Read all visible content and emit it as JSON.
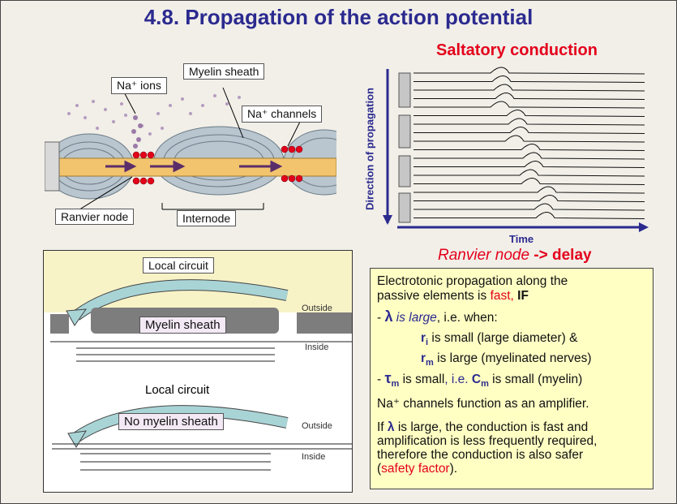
{
  "title": "4.8. Propagation of the action potential",
  "axon": {
    "label_na_ions": "Na⁺ ions",
    "label_myelin": "Myelin sheath",
    "label_channels": "Na⁺ channels",
    "label_ranvier": "Ranvier node",
    "label_internode": "Internode"
  },
  "saltatory": {
    "title": "Saltatory conduction",
    "y_axis": "Direction of propagation",
    "x_axis": "Time",
    "caption_part1": "Ranvier node ",
    "caption_part2": "-> delay"
  },
  "circuit": {
    "local1": "Local circuit",
    "myelin": "Myelin sheath",
    "outside1": "Outside",
    "inside1": "Inside",
    "local2": "Local circuit",
    "no_myelin": "No myelin sheath",
    "outside2": "Outside",
    "inside2": "Inside"
  },
  "text": {
    "l1": "Electrotonic propagation along the",
    "l2a": "passive elements is ",
    "l2b": "fast,",
    "l2c": " IF",
    "l3a": "- ",
    "l3b": "λ",
    "l3c": " is large",
    "l3d": ", i.e. when:",
    "l4a": "r",
    "l4b": "i",
    "l4c": " is small (large diameter) &",
    "l5a": "r",
    "l5b": "m",
    "l5c": " is large (myelinated nerves)",
    "l6a": "- ",
    "l6b": "τ",
    "l6c": "m",
    "l6d": " is small",
    "l6e": ", i.e. ",
    "l6f": "C",
    "l6g": "m",
    "l6h": " is small (",
    "l6i": "myelin)",
    "l7": "Na⁺ channels function as an amplifier.",
    "l8a": "If ",
    "l8b": "λ",
    "l8c": " is large, the conduction is fast and",
    "l9": "amplification is less frequently required,",
    "l10": "therefore the conduction is also safer",
    "l11a": "(",
    "l11b": "safety factor",
    "l11c": ")."
  },
  "colors": {
    "title": "#2b2a8f",
    "red": "#e4001b",
    "box": "#ffffc4",
    "arrow": "#a9d4d6"
  }
}
